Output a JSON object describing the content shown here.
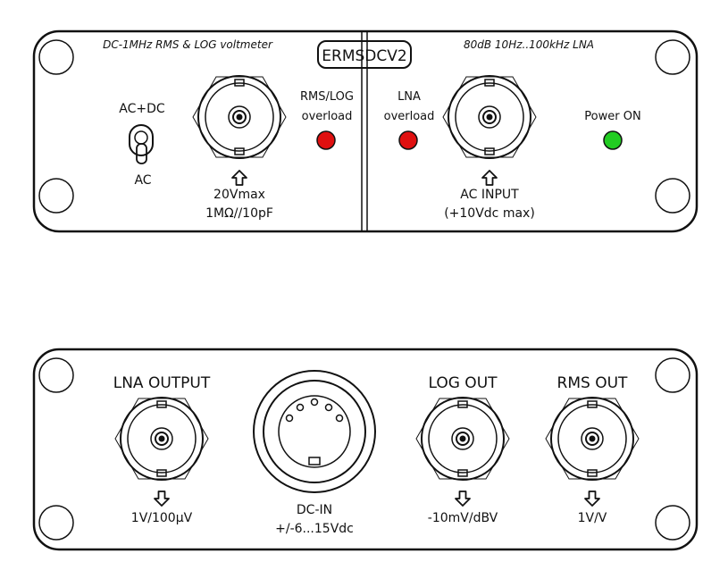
{
  "front_panel": {
    "left_subtitle": "DC-1MHz RMS & LOG voltmeter",
    "model_badge": "ERMSDCV2",
    "right_subtitle": "80dB 10Hz..100kHz LNA",
    "switch_label_top": "AC+DC",
    "switch_label_bottom": "AC",
    "rms_led_label_1": "RMS/LOG",
    "rms_led_label_2": "overload",
    "voltmeter_input_label_1": "20Vmax",
    "voltmeter_input_label_2": "1MΩ//10pF",
    "lna_led_label_1": "LNA",
    "lna_led_label_2": "overload",
    "lna_input_label_1": "AC INPUT",
    "lna_input_label_2": "(+10Vdc max)",
    "power_label": "Power ON",
    "led_colors": {
      "overload": "#e01010",
      "power": "#22cc22"
    }
  },
  "back_panel": {
    "lna_output_title": "LNA OUTPUT",
    "lna_output_scale": "1V/100µV",
    "dc_in_label": "DC-IN",
    "dc_in_range": "+/-6...15Vdc",
    "log_out_title": "LOG OUT",
    "log_out_scale": "-10mV/dBV",
    "rms_out_title": "RMS OUT",
    "rms_out_scale": "1V/V"
  }
}
